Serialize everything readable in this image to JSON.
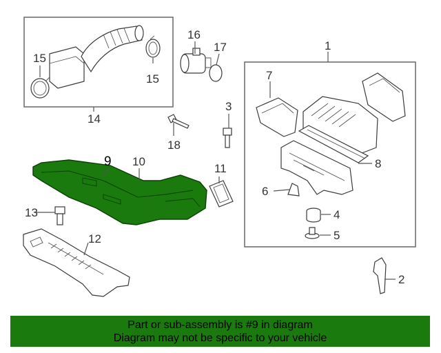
{
  "diagram": {
    "callouts": {
      "c1": "1",
      "c2": "2",
      "c3": "3",
      "c4": "4",
      "c5": "5",
      "c6": "6",
      "c7": "7",
      "c8": "8",
      "c9": "9",
      "c10": "10",
      "c11": "11",
      "c12": "12",
      "c13": "13",
      "c14": "14",
      "c15a": "15",
      "c15b": "15",
      "c16": "16",
      "c17": "17",
      "c18": "18"
    },
    "highlight_color": "#1a7a0e"
  },
  "banner": {
    "line1": "Part or sub-assembly is #9 in diagram",
    "line2": "Diagram may not be specific to your vehicle",
    "background": "#1a7a0e"
  }
}
